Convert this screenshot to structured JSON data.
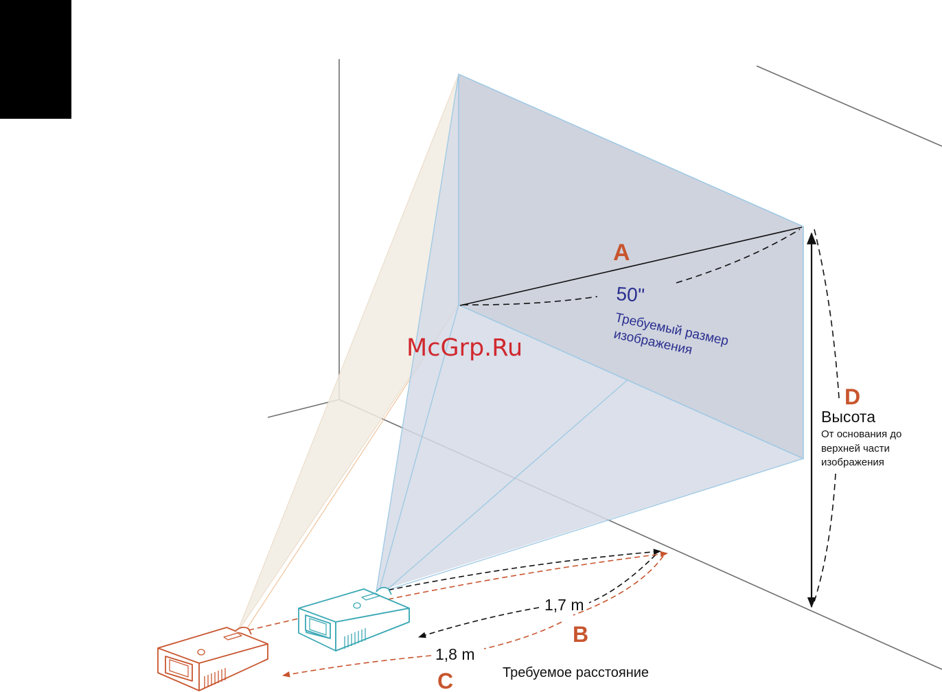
{
  "labels": {
    "a": "A",
    "b": "B",
    "c": "C",
    "d": "D",
    "diagonal": "50\"",
    "image_size_line1": "Требуемый размер",
    "image_size_line2": "изображения",
    "height_title": "Высота",
    "height_note_line1": "От основания до",
    "height_note_line2": "верхней части",
    "height_note_line3": "изображения",
    "distance_b": "1,7 m",
    "distance_c": "1,8 m",
    "required_distance": "Требуемое расстояние"
  },
  "watermark": "McGrp.Ru",
  "colors": {
    "screen_fill": "#cfd3de",
    "beam_fill": "#d5dae6",
    "beam_stroke": "#9cc8e4",
    "orange_beam_fill": "#f1ece2",
    "orange": "#c8552e",
    "teal": "#3aa8b4",
    "text_blue": "#2a2f8f",
    "watermark": "#d0282e",
    "wall_line": "#6e6e6e"
  }
}
